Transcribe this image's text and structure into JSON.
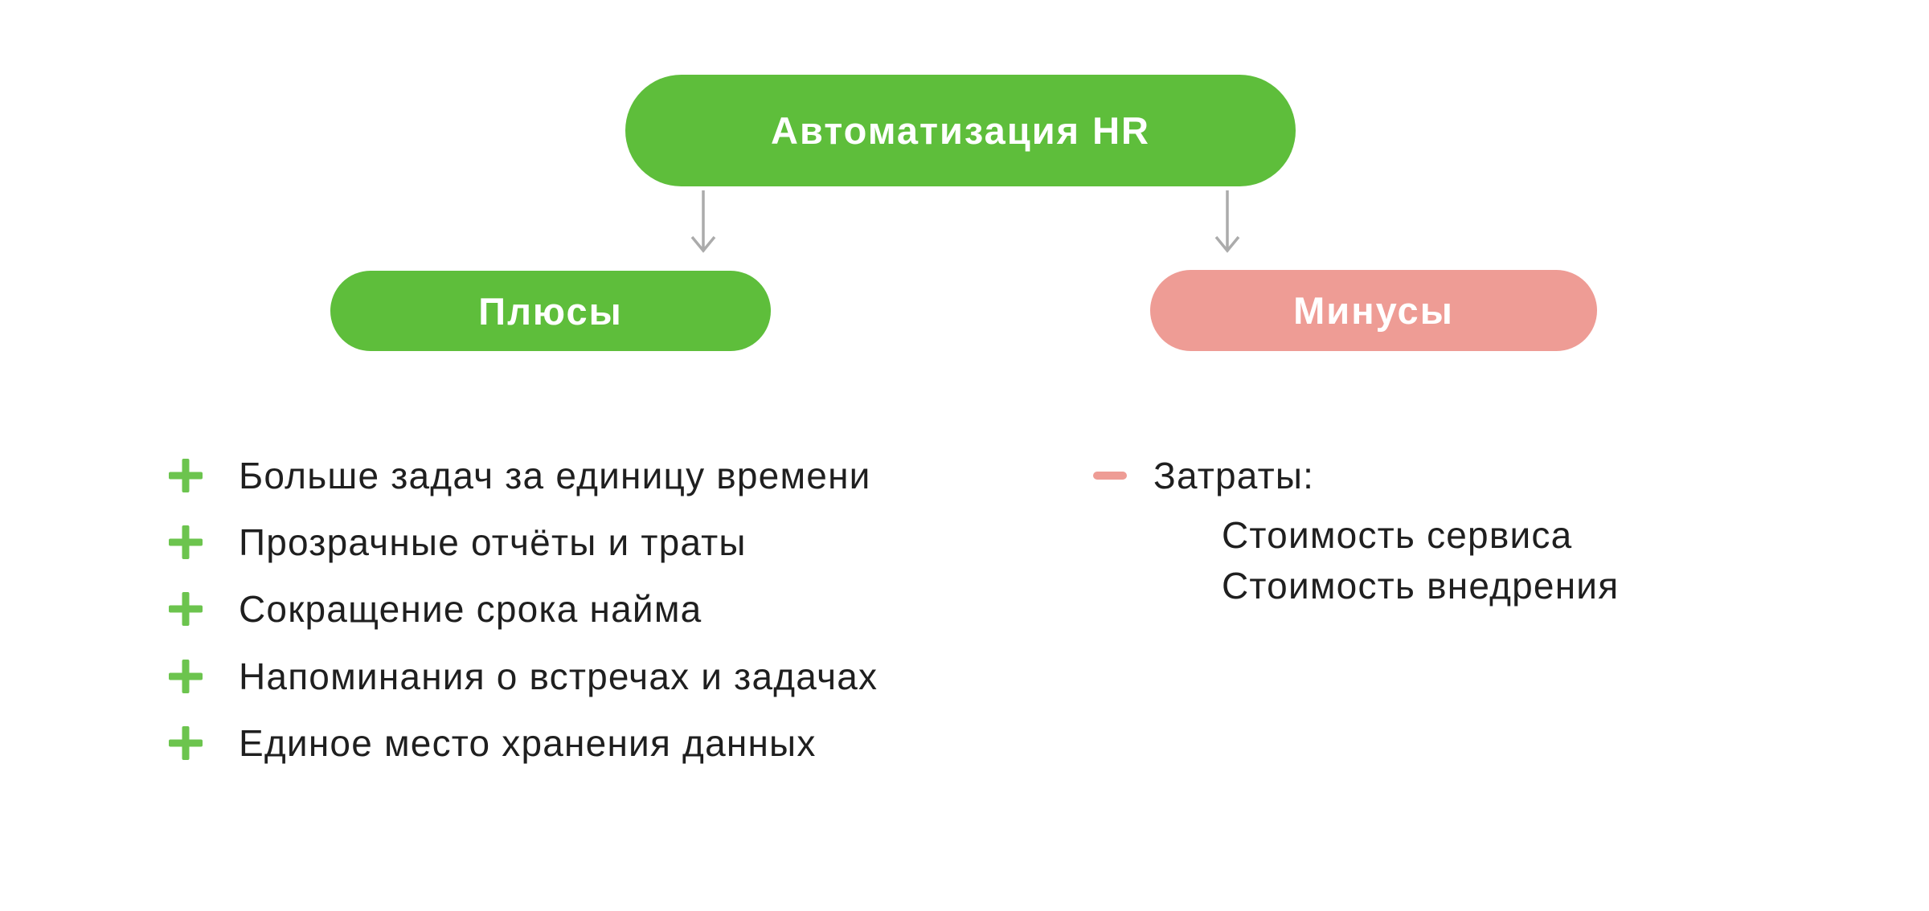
{
  "colors": {
    "green": "#5EBE3B",
    "plus_green": "#6CC44E",
    "pink": "#EE9C95",
    "arrow_gray": "#ABABAB",
    "text": "#1F1F1F",
    "pill_text": "#FFFFFF",
    "background": "#FFFFFF"
  },
  "diagram": {
    "root": {
      "label": "Автоматизация HR"
    },
    "pros": {
      "label": "Плюсы",
      "items": [
        "Больше задач за единицу времени",
        "Прозрачные отчёты и траты",
        "Сокращение срока найма",
        "Напоминания о встречах и задачах",
        "Единое место хранения данных"
      ]
    },
    "cons": {
      "label": "Минусы",
      "items": [
        {
          "label": "Затраты:",
          "sub_items": [
            "Стоимость сервиса",
            "Стоимость внедрения"
          ]
        }
      ]
    }
  }
}
